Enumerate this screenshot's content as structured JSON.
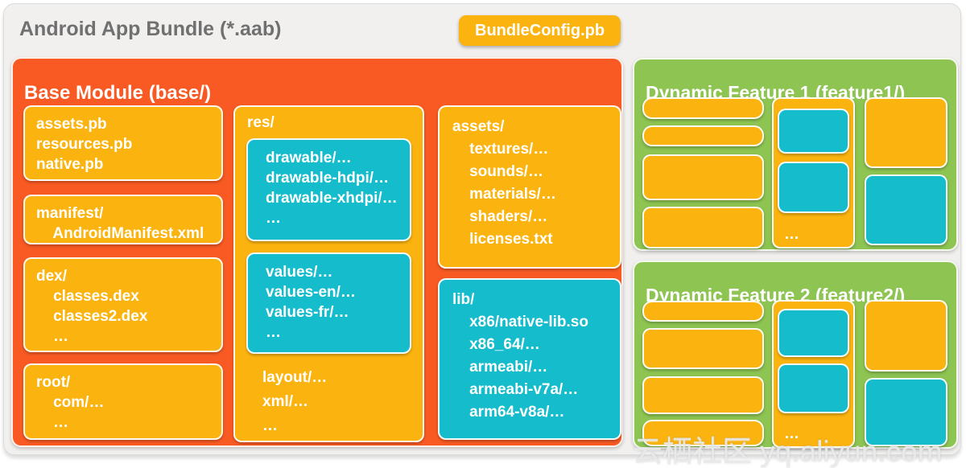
{
  "header": {
    "title": "Android App Bundle (*.aab)",
    "badge": "BundleConfig.pb"
  },
  "colors": {
    "orange": "#F95A23",
    "yellow": "#FBB40F",
    "cyan": "#15BCCC",
    "green": "#8DC452",
    "frame_bg": "#F1F0EF",
    "title_text": "#707070"
  },
  "base_module": {
    "title": "Base Module (base/)",
    "pb_box_lines": [
      "assets.pb",
      "resources.pb",
      "native.pb"
    ],
    "manifest_box_lines": [
      "manifest/",
      "    AndroidManifest.xml"
    ],
    "dex_box_lines": [
      "dex/",
      "    classes.dex",
      "    classes2.dex",
      "    …"
    ],
    "root_box_lines": [
      "root/",
      "    com/…",
      "    …"
    ],
    "res_box": {
      "label": "res/",
      "drawable_box_lines": [
        "drawable/…",
        "drawable-hdpi/…",
        "drawable-xhdpi/…",
        "…"
      ],
      "values_box_lines": [
        "values/…",
        "values-en/…",
        "values-fr/…",
        "…"
      ],
      "extra_lines": [
        "layout/…",
        "xml/…",
        "…"
      ]
    },
    "assets_box_lines": [
      "assets/",
      "    textures/…",
      "    sounds/…",
      "    materials/…",
      "    shaders/…",
      "    licenses.txt"
    ],
    "lib_box_lines": [
      "lib/",
      "    x86/native-lib.so",
      "    x86_64/…",
      "    armeabi/…",
      "    armeabi-v7a/…",
      "    arm64-v8a/…"
    ]
  },
  "feature1": {
    "title": "Dynamic Feature 1 (feature1/)",
    "ellipsis": "…"
  },
  "feature2": {
    "title": "Dynamic Feature 2 (feature2/)",
    "ellipsis": "…"
  },
  "watermark": "云栖社区 yq.aliyun.com"
}
